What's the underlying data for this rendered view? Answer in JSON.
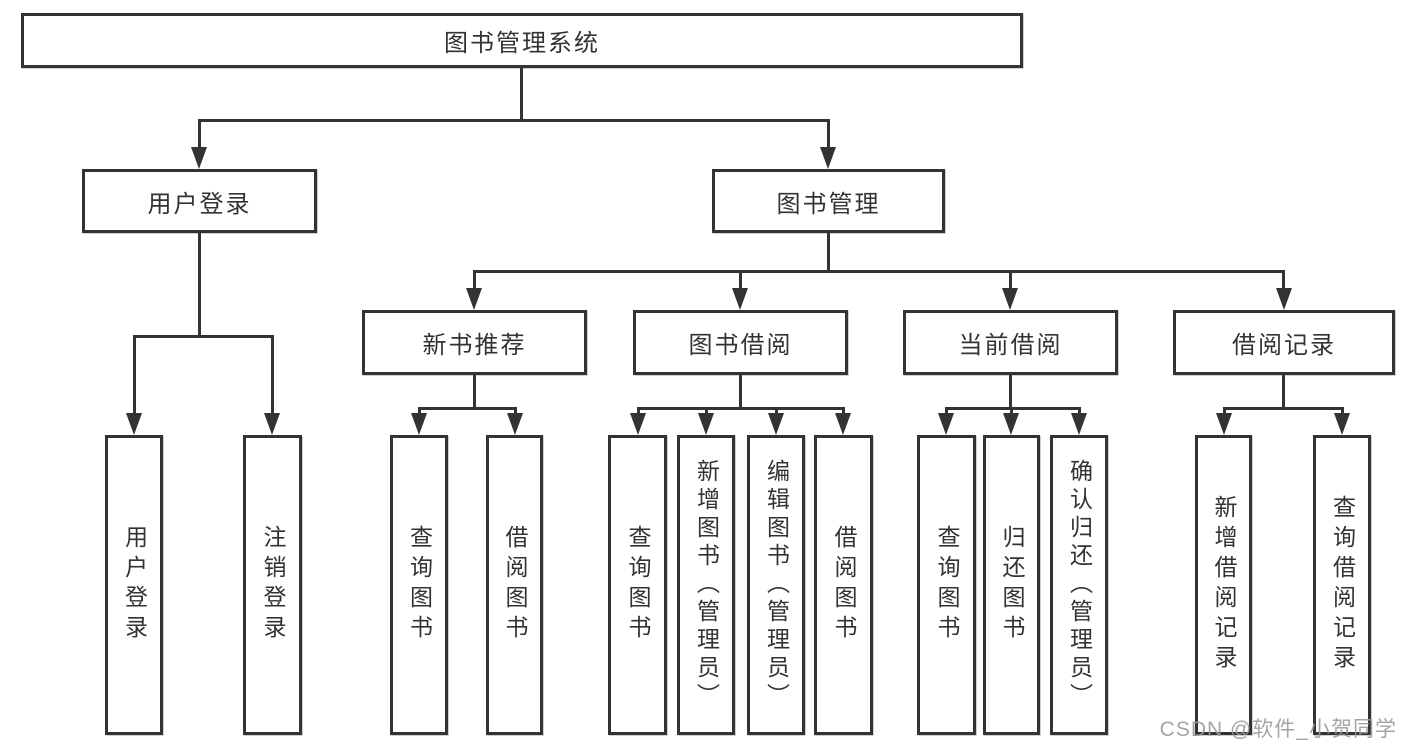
{
  "colors": {
    "line": "#333333",
    "text": "#333333",
    "watermark": "#9b9b9b",
    "background": "#ffffff"
  },
  "watermark": {
    "text": "CSDN @软件_小贺同学"
  },
  "tree": {
    "root": {
      "label": "图书管理系统"
    },
    "user_login": {
      "label": "用户登录"
    },
    "book_mgmt": {
      "label": "图书管理"
    },
    "new_book_rec": {
      "label": "新书推荐"
    },
    "book_borrow": {
      "label": "图书借阅"
    },
    "current_borrow": {
      "label": "当前借阅"
    },
    "borrow_records": {
      "label": "借阅记录"
    },
    "leaves": {
      "user_login": {
        "label": "用户登录"
      },
      "logout": {
        "label": "注销登录"
      },
      "nbr_query_books": {
        "label": "查询图书"
      },
      "nbr_borrow_books": {
        "label": "借阅图书"
      },
      "bb_query_books": {
        "label": "查询图书"
      },
      "bb_add_books": {
        "label": "新增图书（管理员）"
      },
      "bb_edit_books": {
        "label": "编辑图书（管理员）"
      },
      "bb_borrow_books": {
        "label": "借阅图书"
      },
      "cb_query_books": {
        "label": "查询图书"
      },
      "cb_return_books": {
        "label": "归还图书"
      },
      "cb_confirm_return": {
        "label": "确认归还（管理员）"
      },
      "br_add_record": {
        "label": "新增借阅记录"
      },
      "br_query_record": {
        "label": "查询借阅记录"
      }
    }
  }
}
